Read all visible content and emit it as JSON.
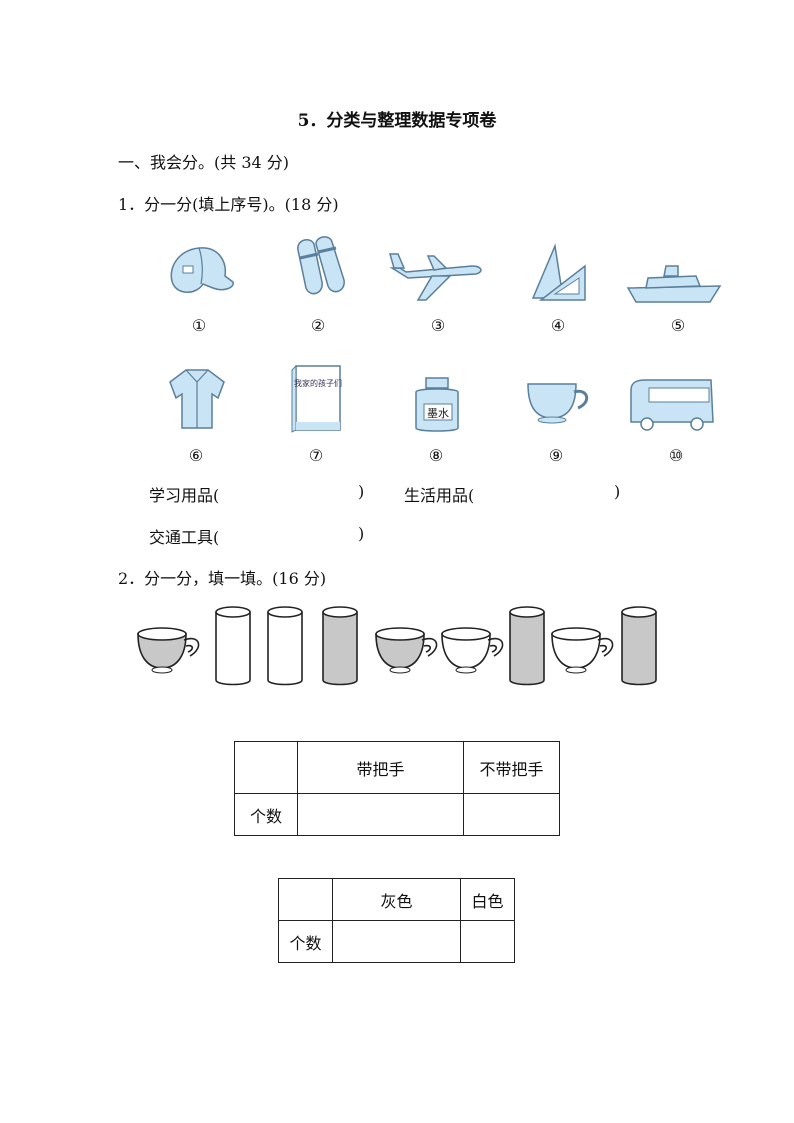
{
  "title": "5．分类与整理数据专项卷",
  "section1": "一、我会分。(共 34 分)",
  "q1": {
    "text": "1．分一分(填上序号)。(18 分)",
    "items": [
      {
        "num": "①",
        "icon": "cap-icon"
      },
      {
        "num": "②",
        "icon": "slippers-icon"
      },
      {
        "num": "③",
        "icon": "airplane-icon"
      },
      {
        "num": "④",
        "icon": "set-square-icon"
      },
      {
        "num": "⑤",
        "icon": "ship-icon"
      },
      {
        "num": "⑥",
        "icon": "shirt-icon"
      },
      {
        "num": "⑦",
        "icon": "book-icon"
      },
      {
        "num": "⑧",
        "icon": "ink-bottle-icon"
      },
      {
        "num": "⑨",
        "icon": "cup-icon"
      },
      {
        "num": "⑩",
        "icon": "bus-icon"
      }
    ],
    "book_title": "我家的孩子们",
    "ink_label": "墨水",
    "cat_study": "学习用品(",
    "cat_life": "生活用品(",
    "cat_transport": "交通工具(",
    "close_paren": ")"
  },
  "q2": {
    "text": "2．分一分，填一填。(16 分)",
    "objects": [
      "cup-gray",
      "glass-white",
      "glass-white",
      "glass-gray",
      "cup-gray",
      "cup-white",
      "glass-gray",
      "cup-white",
      "glass-gray"
    ],
    "table1": {
      "headers": [
        "",
        "带把手",
        "不带把手"
      ],
      "row_label": "个数"
    },
    "table2": {
      "headers": [
        "",
        "灰色",
        "白色"
      ],
      "row_label": "个数"
    }
  },
  "colors": {
    "icon_fill": "#c9e4f4",
    "icon_stroke": "#5a7f9a",
    "gray_fill": "#c8c8c8"
  }
}
